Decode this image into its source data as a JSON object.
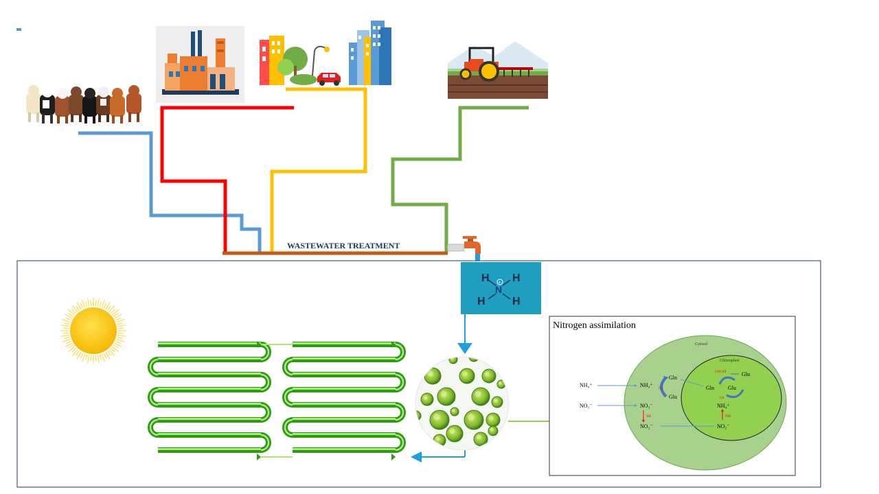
{
  "treatment_label": "WASTEWATER TREATMENT",
  "ammonium_molecule": {
    "central_atom": "N",
    "charge": "+",
    "substituents": [
      "H",
      "H",
      "H",
      "H"
    ]
  },
  "nitrogen_panel": {
    "title": "Nitrogen assimilation",
    "cytosol_label": "Cytosol",
    "chloroplast_label": "Chloroplast",
    "external": {
      "nh4": "NH₄⁺",
      "no3": "NO₃⁻"
    },
    "cytosol": {
      "nh4": "NH₄⁺",
      "gln": "Gln",
      "glu": "Glu",
      "gs": "GS",
      "no3": "NO₃⁻",
      "nr": "NR",
      "no2": "NO₂⁻"
    },
    "chloroplast": {
      "gogat": "GOGAT",
      "glu_top": "Glu",
      "gln": "Gln",
      "glu": "Glu",
      "gs": "GS",
      "nh4": "NH₄⁺",
      "nir": "NiR",
      "no2": "NO₂⁻"
    }
  },
  "colors": {
    "livestock_pipe": "#5b9bd5",
    "industry_pipe": "#ff0000",
    "urban_pipe": "#ffc000",
    "agriculture_pipe": "#70ad47",
    "collector_pipe": "#c55a11",
    "molecule_box": "#1f9ec0",
    "flow_arrow": "#1f9ee0",
    "enzyme_text": "#ff0000",
    "cytosol_fill": "#a9d18e",
    "chloroplast_fill": "#92d050",
    "sun": "#ffcc00",
    "tube": "#5ccf3a",
    "export_arrow": "#92d050"
  },
  "icons": {
    "livestock": "cattle-herd-icon",
    "industry": "factory-icon",
    "urban": "city-icon",
    "agriculture": "tractor-icon",
    "tap": "faucet-icon",
    "sun": "sun-icon",
    "microalgae": "microalgae-icon",
    "photobioreactor": "photobioreactor-icon"
  }
}
